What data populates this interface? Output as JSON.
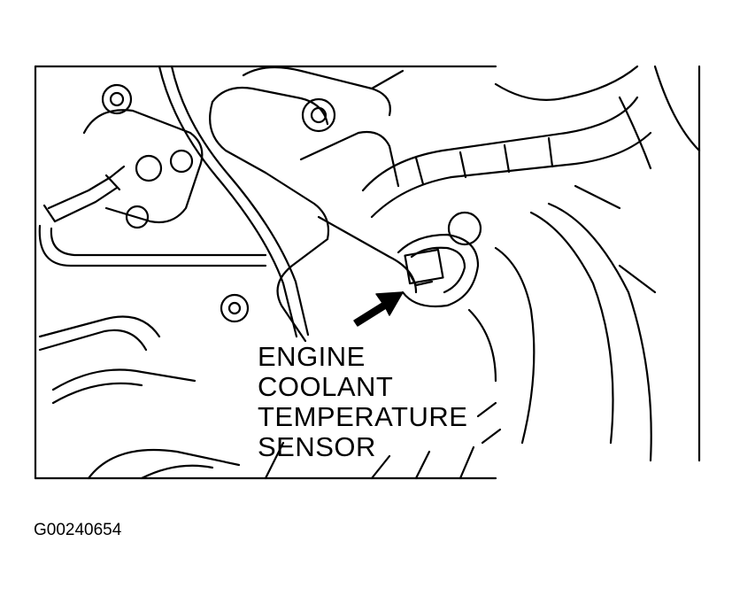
{
  "callout": {
    "lines": [
      "ENGINE",
      "COOLANT",
      "TEMPERATURE",
      "SENSOR"
    ]
  },
  "figure_code": "G00240654",
  "colors": {
    "ink": "#000000",
    "paper": "#ffffff"
  },
  "icons": {
    "pointer": "arrow-icon"
  }
}
